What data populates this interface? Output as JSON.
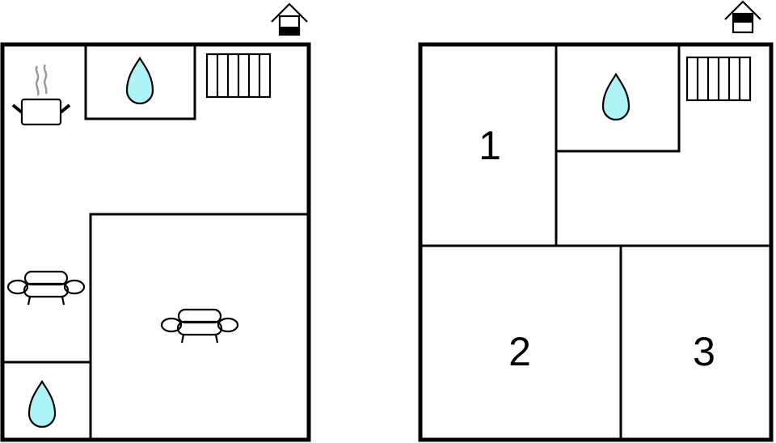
{
  "floors": [
    {
      "name": "ground-floor",
      "rooms": [],
      "icons": [
        "house-lower-floor-icon",
        "kitchen-pot-icon",
        "bathroom-drop-icon",
        "radiator-icon",
        "sofa-icon",
        "sofa-icon",
        "bathroom-drop-icon"
      ]
    },
    {
      "name": "upper-floor",
      "rooms": [
        {
          "label": "1"
        },
        {
          "label": "2"
        },
        {
          "label": "3"
        }
      ],
      "icons": [
        "house-upper-floor-icon",
        "bathroom-drop-icon",
        "radiator-icon"
      ]
    }
  ],
  "colors": {
    "water": "#aef3f8",
    "wall": "#000000",
    "steam": "#999999"
  }
}
